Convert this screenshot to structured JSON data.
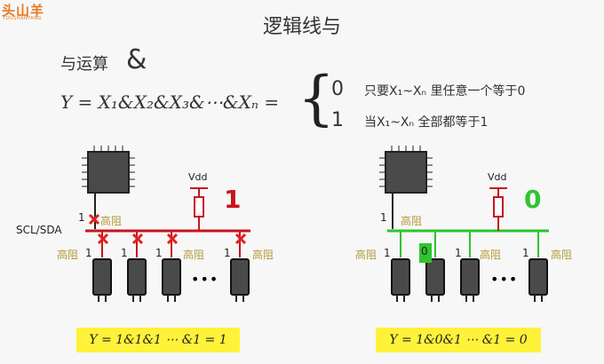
{
  "logo": {
    "text": "头山羊",
    "sub": "TOUSHANYANG"
  },
  "title": "逻辑线与",
  "op_label": "与运算",
  "op_symbol": "&",
  "formula": "Y = X₁&X₂&X₃&⋯&Xₙ =",
  "cases": [
    {
      "value": "0",
      "text": "只要X₁~Xₙ 里任意一个等于0"
    },
    {
      "value": "1",
      "text": "当X₁~Xₙ 全部都等于1"
    }
  ],
  "bus_label": "SCL/SDA",
  "vdd": "Vdd",
  "high_z": "高阻",
  "one": "1",
  "zero": "0",
  "dots": "•••",
  "left": {
    "result_big": "1",
    "equation": "Y = 1&1&1 ⋯ &1 = 1"
  },
  "right": {
    "result_big": "0",
    "equation": "Y = 1&0&1 ⋯ &1 = 0"
  },
  "colors": {
    "left_bus": "#c8141e",
    "right_bus": "#2ec42e",
    "x_mark": "#e02020",
    "highlight": "#fff23a",
    "logo": "#e8791d"
  }
}
